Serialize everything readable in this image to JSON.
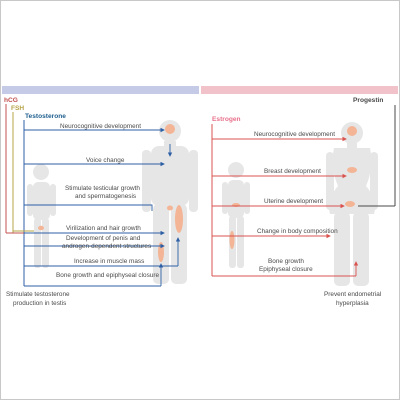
{
  "colors": {
    "band_left": "#c5cbe6",
    "band_right": "#f1c2c9",
    "hcg": "#c0504d",
    "fsh": "#b7a44a",
    "testosterone": "#1f5f8f",
    "estrogen": "#e8708a",
    "progestin": "#4a4a4a",
    "arrow_blue": "#2d5fa5",
    "arrow_red": "#d9534f",
    "silhouette": "#e6e6e6",
    "organ": "#f3b596"
  },
  "left": {
    "hormones": {
      "hcg": "hCG",
      "fsh": "FSH",
      "testosterone": "Testosterone"
    },
    "effects": [
      "Neurocognitive development",
      "Voice change",
      "Stimulate testicular growth",
      "and spermatogenesis",
      "Virilization and hair growth",
      "Development of penis and",
      "androgen-dependent structures",
      "Increase in muscle mass",
      "Bone growth and epiphyseal closure"
    ],
    "caption_line1": "Stimulate testosterone",
    "caption_line2": "production in testis"
  },
  "right": {
    "hormones": {
      "estrogen": "Estrogen",
      "progestin": "Progestin"
    },
    "effects": [
      "Neurocognitive development",
      "Breast development",
      "Uterine development",
      "Change in body composition",
      "Bone growth",
      "Epiphyseal closure"
    ],
    "caption_line1": "Prevent endometrial",
    "caption_line2": "hyperplasia"
  }
}
